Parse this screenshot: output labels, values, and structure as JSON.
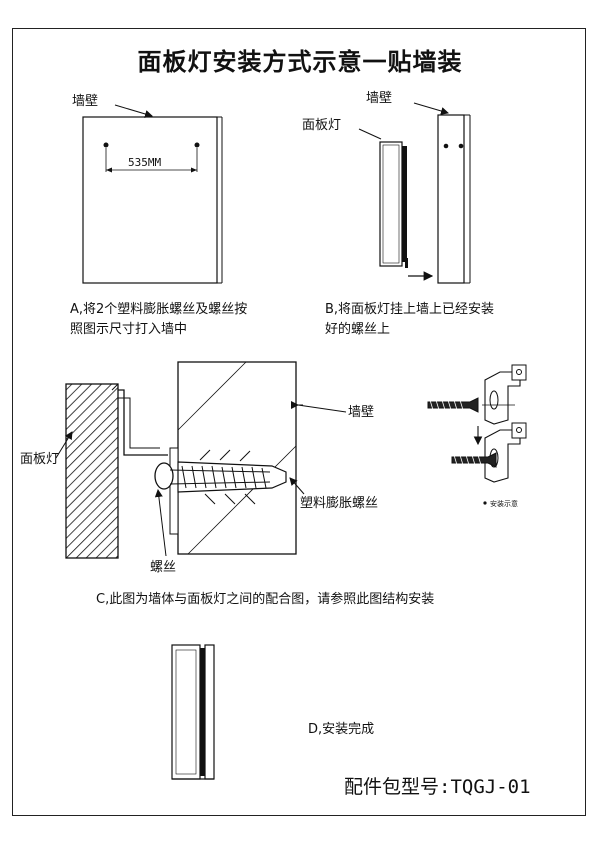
{
  "title": "面板灯安装方式示意一贴墙装",
  "labels": {
    "wall": "墙壁",
    "panel": "面板灯",
    "screw": "螺丝",
    "anchor": "塑料膨胀螺丝",
    "dimension": "535MM",
    "install_hint": "安装示意"
  },
  "steps": {
    "a_line1": "A,将2个塑料膨胀螺丝及螺丝按",
    "a_line2": "照图示尺寸打入墙中",
    "b_line1": "B,将面板灯挂上墙上已经安装",
    "b_line2": "好的螺丝上",
    "c": "C,此图为墙体与面板灯之间的配合图，请参照此图结构安装",
    "d": "D,安装完成"
  },
  "model": "配件包型号:TQGJ-01"
}
